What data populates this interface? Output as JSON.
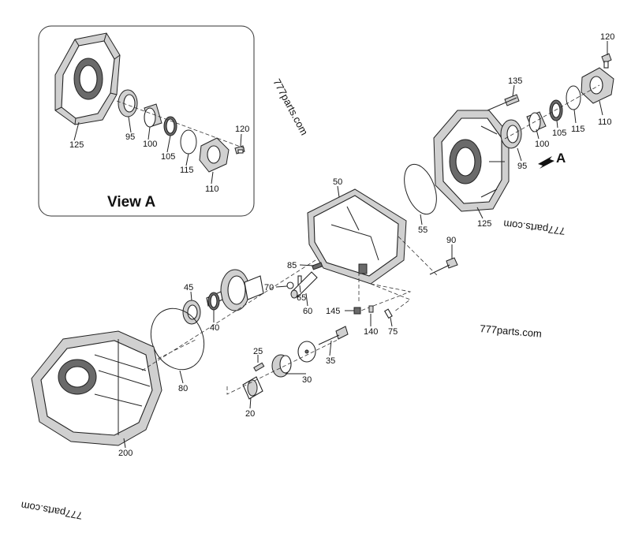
{
  "labels": {
    "v95": "95",
    "v100": "100",
    "v105": "105",
    "v115": "115",
    "v110": "110",
    "v120": "120",
    "v125": "125",
    "p120": "120",
    "p135": "135",
    "p100": "100",
    "p105": "105",
    "p115": "115",
    "p110": "110",
    "p95": "95",
    "p125": "125",
    "p50": "50",
    "p55": "55",
    "p90": "90",
    "p85": "85",
    "p70": "70",
    "p65": "65",
    "p60": "60",
    "p145": "145",
    "p140": "140",
    "p75": "75",
    "p45": "45",
    "p40": "40",
    "p80": "80",
    "p25": "25",
    "p30": "30",
    "p35": "35",
    "p20": "20",
    "p200": "200"
  },
  "view_title": "View A",
  "arrow_label": "A",
  "watermarks": {
    "top": "777parts.com",
    "right": "777parts.com",
    "middle": "777parts.com",
    "bottom": "777parts.com"
  }
}
